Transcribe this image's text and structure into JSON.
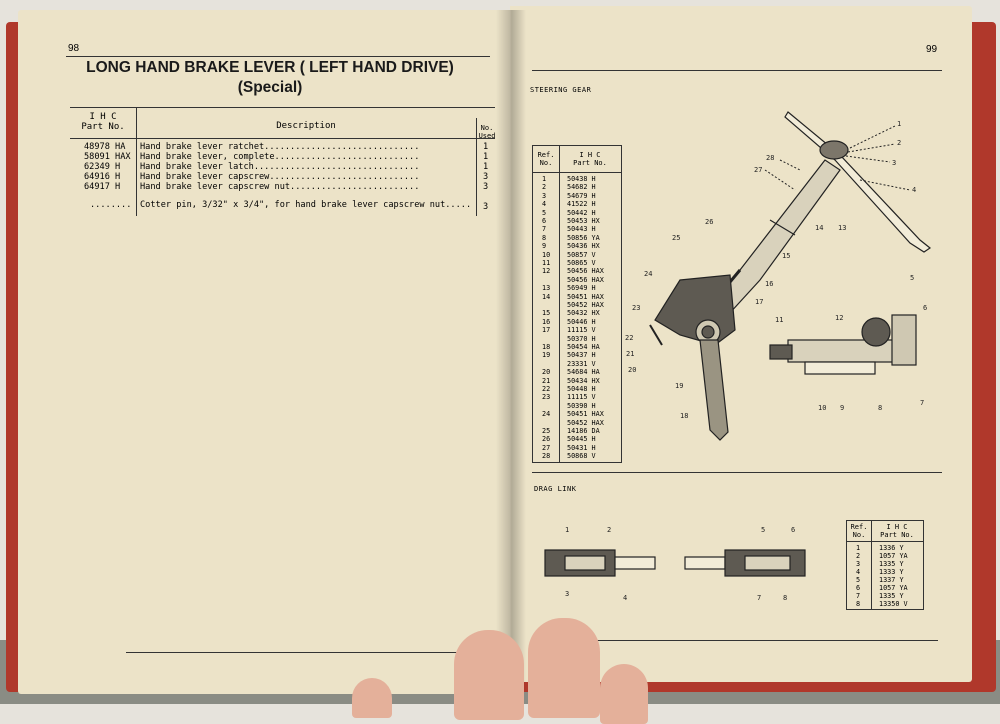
{
  "left_page": {
    "page_number": "98",
    "title_line1": "LONG HAND BRAKE LEVER ( LEFT HAND DRIVE)",
    "title_line2": "(Special)",
    "table": {
      "headers": {
        "part_no": "I H C\nPart No.",
        "description": "Description",
        "used": "No.\nUsed"
      },
      "rows": [
        {
          "part_no": "48978 HA",
          "description": "Hand brake lever ratchet..............................",
          "used": "1"
        },
        {
          "part_no": "58091 HAX",
          "description": "Hand brake lever, complete............................",
          "used": "1"
        },
        {
          "part_no": "62349 H",
          "description": "Hand brake lever latch................................",
          "used": "1"
        },
        {
          "part_no": "64916 H",
          "description": "Hand brake lever capscrew.............................",
          "used": "3"
        },
        {
          "part_no": "64917 H",
          "description": "Hand brake lever capscrew nut.........................",
          "used": "3"
        },
        {
          "part_no": "........",
          "description": "Cotter pin, 3/32\" x 3/4\", for hand brake lever capscrew nut.....",
          "used": "3"
        }
      ]
    }
  },
  "right_page": {
    "page_number": "99",
    "section_steering": "STEERING GEAR",
    "steering_table": {
      "headers": {
        "ref": "Ref.\nNo.",
        "part_no": "I H C\nPart No."
      },
      "rows": [
        {
          "ref": "1",
          "part": "50438 H"
        },
        {
          "ref": "2",
          "part": "54682 H"
        },
        {
          "ref": "3",
          "part": "54679 H"
        },
        {
          "ref": "4",
          "part": "41522 H"
        },
        {
          "ref": "5",
          "part": "50442 H"
        },
        {
          "ref": "6",
          "part": "50453 HX"
        },
        {
          "ref": "7",
          "part": "50443 H"
        },
        {
          "ref": "8",
          "part": "50856 YA"
        },
        {
          "ref": "9",
          "part": "50436 HX"
        },
        {
          "ref": "10",
          "part": "50857 V"
        },
        {
          "ref": "11",
          "part": "50865 V"
        },
        {
          "ref": "12",
          "part": "50456 HAX"
        },
        {
          "ref": "",
          "part": "50456 HAX"
        },
        {
          "ref": "13",
          "part": "56949 H"
        },
        {
          "ref": "14",
          "part": "50451 HAX"
        },
        {
          "ref": "",
          "part": "50452 HAX"
        },
        {
          "ref": "15",
          "part": "50432 HX"
        },
        {
          "ref": "16",
          "part": "50446 H"
        },
        {
          "ref": "17",
          "part": "11115 V"
        },
        {
          "ref": "",
          "part": "50370 H"
        },
        {
          "ref": "18",
          "part": "50454 HA"
        },
        {
          "ref": "19",
          "part": "50437 H"
        },
        {
          "ref": "",
          "part": "23331 V"
        },
        {
          "ref": "20",
          "part": "54684 HA"
        },
        {
          "ref": "21",
          "part": "50434 HX"
        },
        {
          "ref": "22",
          "part": "50448 H"
        },
        {
          "ref": "23",
          "part": "11115 V"
        },
        {
          "ref": "",
          "part": "50390 H"
        },
        {
          "ref": "24",
          "part": "50451 HAX"
        },
        {
          "ref": "",
          "part": "50452 HAX"
        },
        {
          "ref": "25",
          "part": "14186 DA"
        },
        {
          "ref": "26",
          "part": "50445 H"
        },
        {
          "ref": "27",
          "part": "50431 H"
        },
        {
          "ref": "28",
          "part": "50868 V"
        }
      ]
    },
    "section_drag": "DRAG LINK",
    "drag_table": {
      "headers": {
        "ref": "Ref.\nNo.",
        "part_no": "I H C\nPart No."
      },
      "rows": [
        {
          "ref": "1",
          "part": "1336 Y"
        },
        {
          "ref": "2",
          "part": "1057 YA"
        },
        {
          "ref": "3",
          "part": "1335 Y"
        },
        {
          "ref": "4",
          "part": "1333 Y"
        },
        {
          "ref": "5",
          "part": "1337 Y"
        },
        {
          "ref": "6",
          "part": "1057 YA"
        },
        {
          "ref": "7",
          "part": "1335 Y"
        },
        {
          "ref": "8",
          "part": "13350 V"
        }
      ]
    },
    "steering_callouts": [
      "1",
      "2",
      "3",
      "4",
      "5",
      "6",
      "7",
      "8",
      "9",
      "10",
      "11",
      "12",
      "13",
      "14",
      "15",
      "16",
      "17",
      "18",
      "19",
      "20",
      "21",
      "22",
      "23",
      "24",
      "25",
      "26",
      "27",
      "28"
    ],
    "drag_callouts": [
      "1",
      "2",
      "3",
      "4",
      "5",
      "6",
      "7",
      "8"
    ]
  }
}
